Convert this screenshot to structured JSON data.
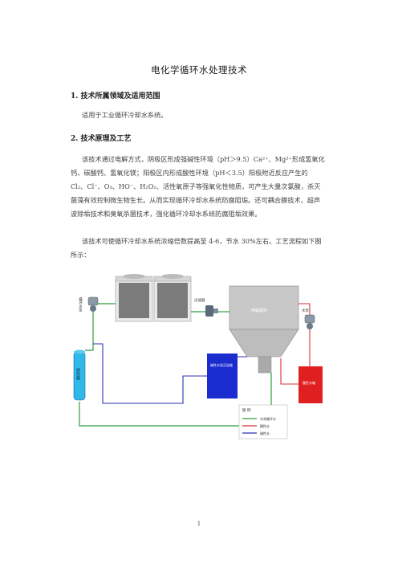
{
  "title": "电化学循环水处理技术",
  "sections": [
    {
      "heading": "1.  技术所属领域及适用范围",
      "paragraphs": [
        "适用于工业循环冷却水系统。"
      ]
    },
    {
      "heading": "2.  技术原理及工艺",
      "paragraphs": [
        "该技术通过电解方式，阴极区形成强碱性环境（pH＞9.5）Ca²⁺、Mg²⁺形成氢氧化钙、碳酸钙、氢氧化镁；阳极区内形成酸性环境（pH＜3.5）阳极附近反应产生的 Cl₂、Cl⁻、O₃、HO⁻、H₂O₂、活性氧原子等强氧化性物质，可产生大量次氯酸，杀灭菌藻有效控制微生物生长。从而实现循环冷却水系统防腐阻垢。还可耦合膜技术、超声波除垢技术和臭氧杀菌技术，强化循环冷却水系统防腐阻垢效果。",
        "该技术可使循环冷却水系统浓缩倍数提高至 4-6，节水 30%左右。工艺流程如下图所示："
      ]
    }
  ],
  "diagram": {
    "labels": {
      "pump_left": "循环水泵",
      "filter": "过滤器",
      "electrolysis": "电解模块",
      "pump_right": "水泵",
      "heat_exchanger": "换热器",
      "alkaline_tank": "碱性水垢沉淀器",
      "acid_tank": "酸性水箱",
      "legend_title": "图 例",
      "legend_items": [
        "冷却循环水",
        "酸性水",
        "碱性水"
      ]
    },
    "colors": {
      "cooling": "#2e9e3a",
      "acid": "#d83030",
      "alkaline": "#2a32b0",
      "tank_blue": "#1a2bd0",
      "tank_red": "#e02020",
      "cyan": "#2fb8e8"
    }
  },
  "page_number": "1"
}
